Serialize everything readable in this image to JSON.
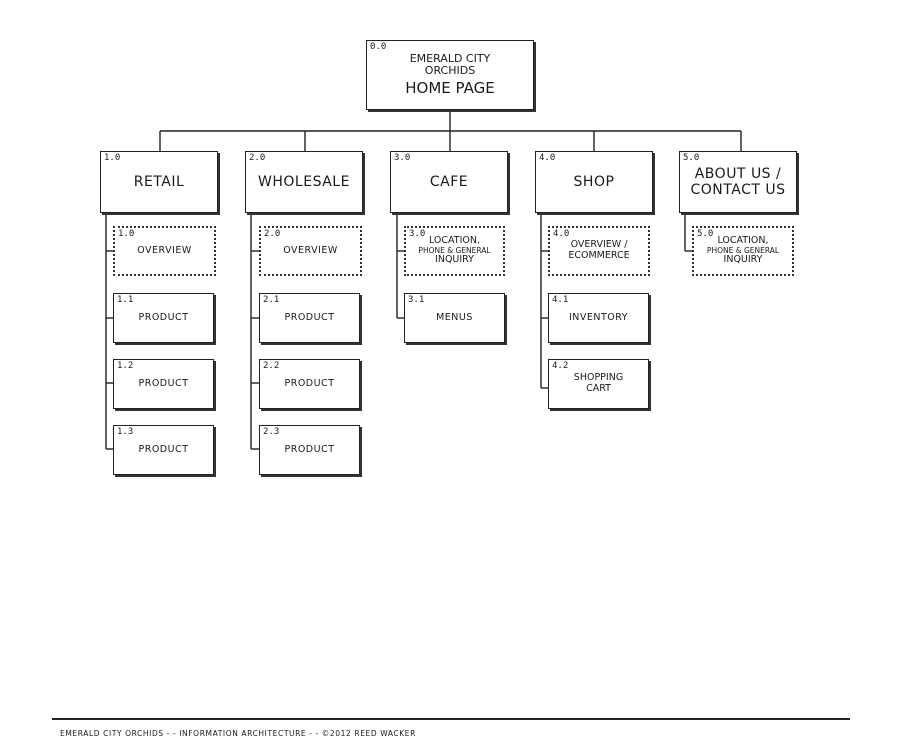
{
  "home": {
    "number": "0.0",
    "line1": "Emerald City",
    "line2": "Orchids",
    "line3": "Home Page"
  },
  "sections": [
    {
      "number": "1.0",
      "title": "Retail",
      "children": [
        {
          "number": "1.0",
          "label": "Overview",
          "style": "dotted"
        },
        {
          "number": "1.1",
          "label": "Product"
        },
        {
          "number": "1.2",
          "label": "Product"
        },
        {
          "number": "1.3",
          "label": "Product"
        }
      ]
    },
    {
      "number": "2.0",
      "title": "Wholesale",
      "children": [
        {
          "number": "2.0",
          "label": "Overview",
          "style": "dotted"
        },
        {
          "number": "2.1",
          "label": "Product"
        },
        {
          "number": "2.2",
          "label": "Product"
        },
        {
          "number": "2.3",
          "label": "Product"
        }
      ]
    },
    {
      "number": "3.0",
      "title": "Cafe",
      "children": [
        {
          "number": "3.0",
          "label_top": "Location,",
          "label_mid": "Phone & General",
          "label_bot": "Inquiry",
          "style": "dotted"
        },
        {
          "number": "3.1",
          "label": "Menus"
        }
      ]
    },
    {
      "number": "4.0",
      "title": "Shop",
      "children": [
        {
          "number": "4.0",
          "label_top": "Overview /",
          "label_bot": "eCommerce",
          "style": "dotted"
        },
        {
          "number": "4.1",
          "label": "Inventory"
        },
        {
          "number": "4.2",
          "label_top": "Shopping",
          "label_bot": "Cart"
        }
      ]
    },
    {
      "number": "5.0",
      "title_top": "About Us /",
      "title_bot": "Contact Us",
      "children": [
        {
          "number": "5.0",
          "label_top": "Location,",
          "label_mid": "Phone & General",
          "label_bot": "Inquiry",
          "style": "dotted"
        }
      ]
    }
  ],
  "footer": {
    "text": "Emerald City Orchids  - -  Information Architecture - -  ©2012 Reed Wacker"
  }
}
